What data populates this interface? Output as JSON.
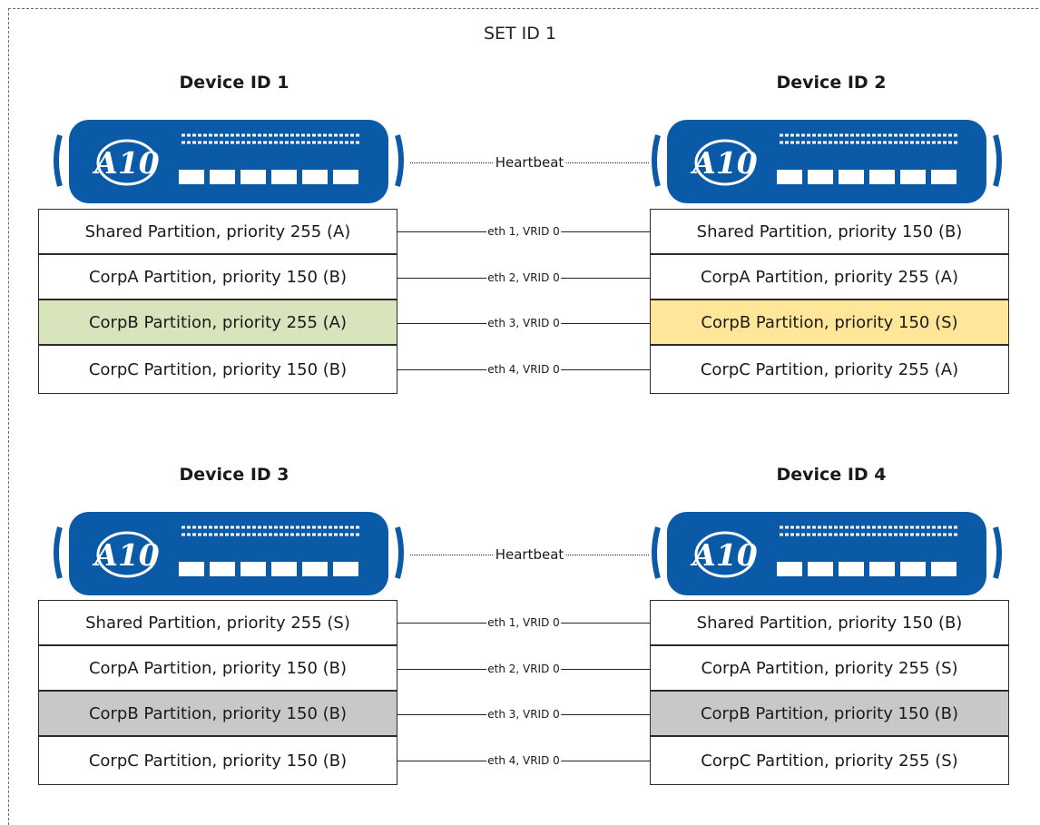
{
  "set_title": "SET ID 1",
  "heartbeat_label": "Heartbeat",
  "logo_text": "A10",
  "colors": {
    "device_blue": "#0b5aa8",
    "active_green": "#d8e4bc",
    "standby_yellow": "#ffe699",
    "disabled_gray": "#c8c8c8"
  },
  "devices": [
    {
      "title": "Device ID 1",
      "partitions": [
        "Shared Partition, priority 255 (A)",
        "CorpA Partition, priority 150 (B)",
        "CorpB Partition, priority 255 (A)",
        "CorpC Partition, priority 150 (B)"
      ]
    },
    {
      "title": "Device ID 2",
      "partitions": [
        "Shared Partition, priority 150 (B)",
        "CorpA Partition, priority 255 (A)",
        "CorpB Partition, priority 150 (S)",
        "CorpC Partition, priority 255 (A)"
      ]
    },
    {
      "title": "Device ID 3",
      "partitions": [
        "Shared Partition, priority 255 (S)",
        "CorpA Partition, priority 150 (B)",
        "CorpB Partition, priority 150 (B)",
        "CorpC Partition, priority 150 (B)"
      ]
    },
    {
      "title": "Device ID 4",
      "partitions": [
        "Shared Partition, priority 150 (B)",
        "CorpA Partition, priority 255 (S)",
        "CorpB Partition, priority 150 (B)",
        "CorpC Partition, priority 255 (S)"
      ]
    }
  ],
  "links": [
    "eth 1, VRID 0",
    "eth 2, VRID 0",
    "eth 3, VRID 0",
    "eth 4, VRID 0"
  ]
}
